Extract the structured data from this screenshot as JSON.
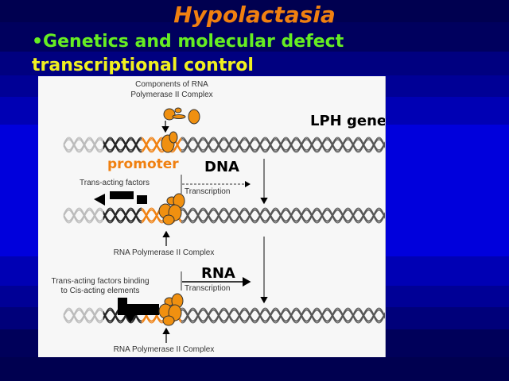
{
  "slide": {
    "title": "Hypolactasia",
    "bullet": "•Genetics and molecular defect",
    "subline": "transcriptional control"
  },
  "figure": {
    "components_label_1": "Components of RNA",
    "components_label_2": "Polymerase II Complex",
    "gene_label": "LPH gene",
    "promoter_label": "promoter",
    "dna_label": "DNA",
    "trans_factors_label": "Trans-acting factors",
    "transcription_label_1": "Transcription",
    "polymerase_label_1": "RNA Polymerase II Complex",
    "rna_label": "RNA",
    "binding_label_1": "Trans-acting factors binding",
    "binding_label_2": "to Cis-acting elements",
    "transcription_label_2": "Transcription",
    "polymerase_label_2": "RNA Polymerase II Complex",
    "colors": {
      "promoter": "#f08010",
      "complex": "#f09010",
      "helix_dark": "#555555",
      "helix_light": "#bbbbbb",
      "factor": "#000000"
    }
  }
}
